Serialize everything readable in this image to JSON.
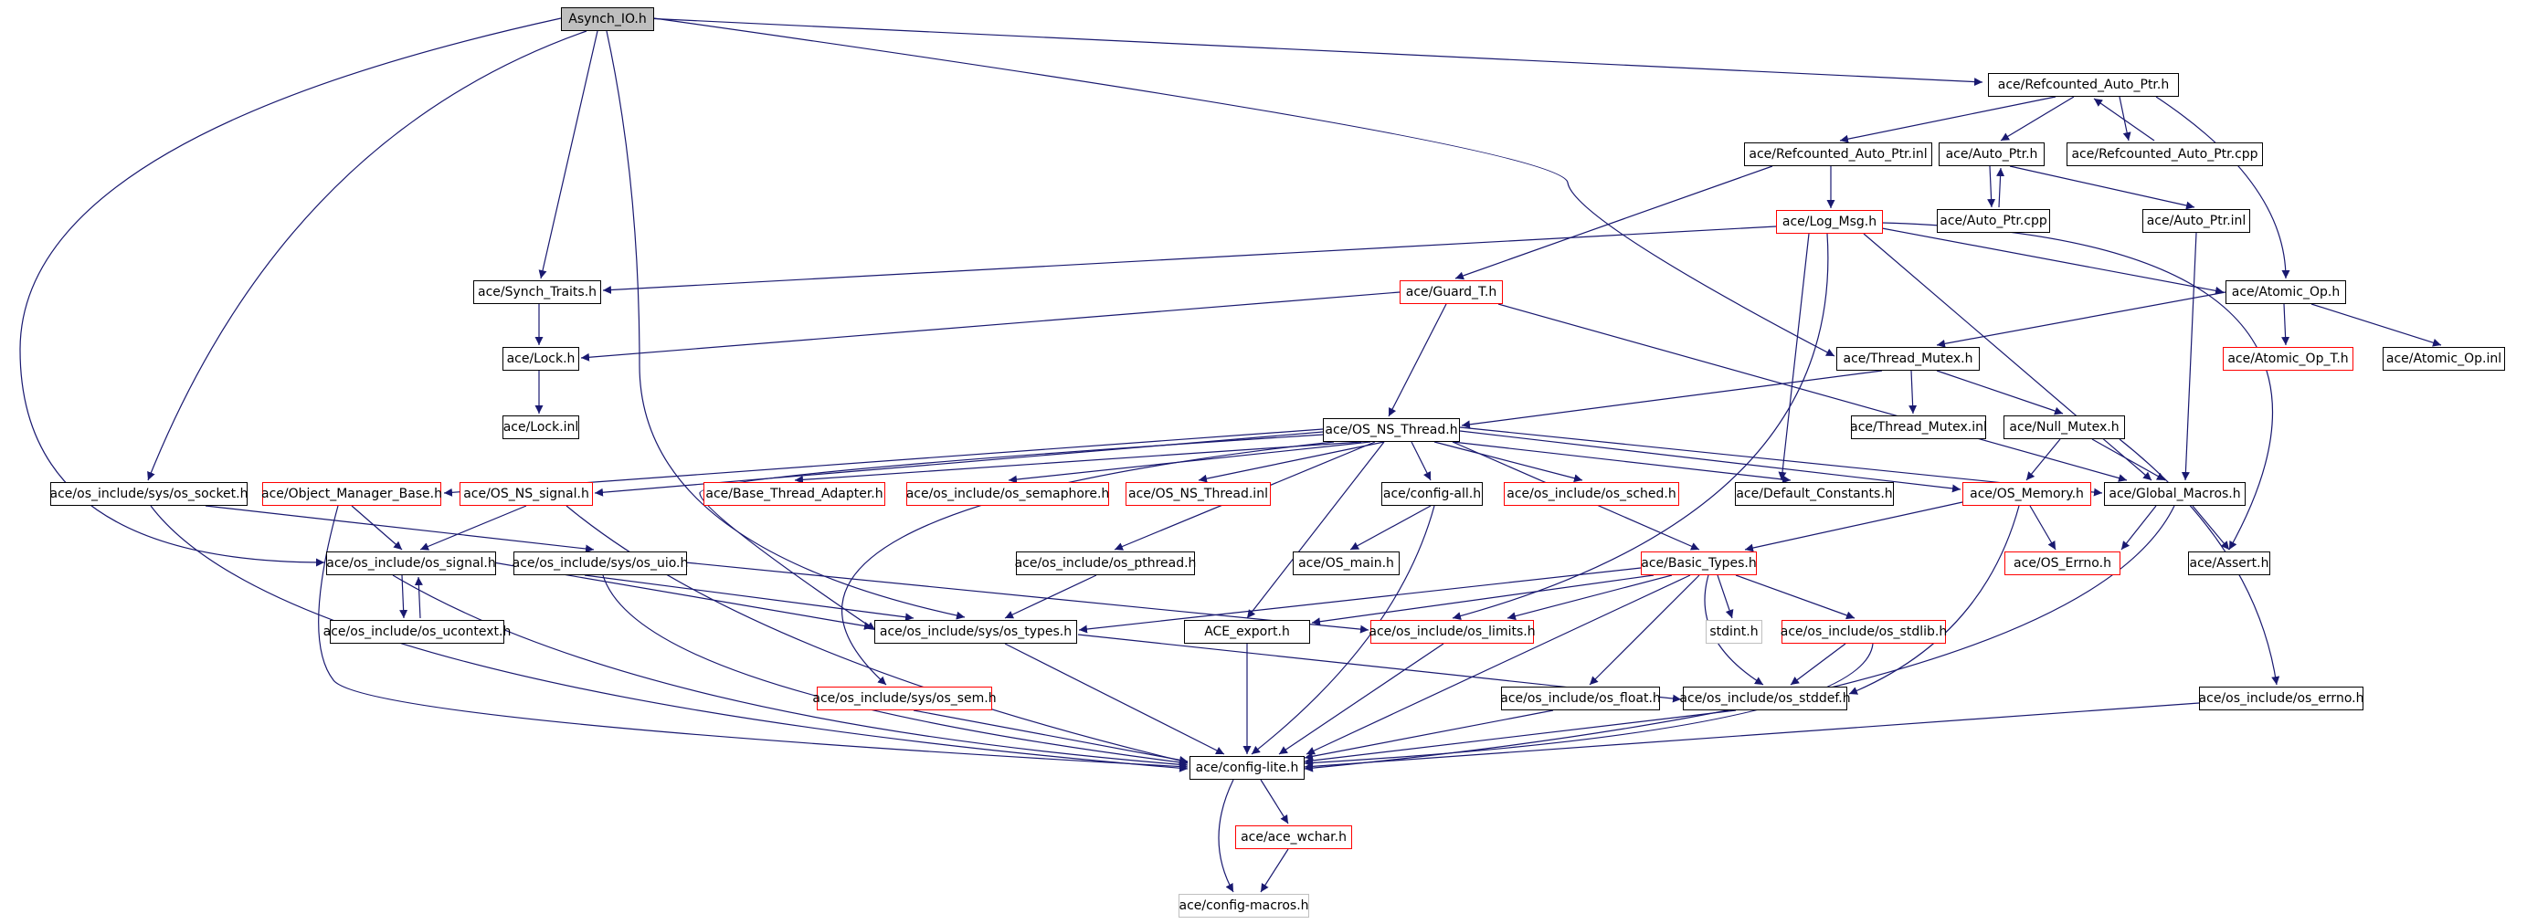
{
  "graph_title": "",
  "colors": {
    "edge": "#191970",
    "border_normal": "#000000",
    "border_red": "#ff0000",
    "border_grey": "#bfbfbf",
    "root_fill": "#bfbfbf"
  },
  "nodes": [
    {
      "id": "asynch_io",
      "label": "Asynch_IO.h",
      "style": "root"
    },
    {
      "id": "refcounted_auto_ptr_h",
      "label": "ace/Refcounted_Auto_Ptr.h",
      "style": "normal"
    },
    {
      "id": "refcounted_auto_ptr_inl",
      "label": "ace/Refcounted_Auto_Ptr.inl",
      "style": "normal"
    },
    {
      "id": "auto_ptr_h",
      "label": "ace/Auto_Ptr.h",
      "style": "normal"
    },
    {
      "id": "refcounted_auto_ptr_cpp",
      "label": "ace/Refcounted_Auto_Ptr.cpp",
      "style": "normal"
    },
    {
      "id": "auto_ptr_cpp",
      "label": "ace/Auto_Ptr.cpp",
      "style": "normal"
    },
    {
      "id": "auto_ptr_inl",
      "label": "ace/Auto_Ptr.inl",
      "style": "normal"
    },
    {
      "id": "log_msg",
      "label": "ace/Log_Msg.h",
      "style": "red"
    },
    {
      "id": "synch_traits",
      "label": "ace/Synch_Traits.h",
      "style": "normal"
    },
    {
      "id": "guard_t",
      "label": "ace/Guard_T.h",
      "style": "red"
    },
    {
      "id": "atomic_op_h",
      "label": "ace/Atomic_Op.h",
      "style": "normal"
    },
    {
      "id": "lock_h",
      "label": "ace/Lock.h",
      "style": "normal"
    },
    {
      "id": "thread_mutex_h",
      "label": "ace/Thread_Mutex.h",
      "style": "normal"
    },
    {
      "id": "atomic_op_t",
      "label": "ace/Atomic_Op_T.h",
      "style": "red"
    },
    {
      "id": "atomic_op_inl",
      "label": "ace/Atomic_Op.inl",
      "style": "normal"
    },
    {
      "id": "lock_inl",
      "label": "ace/Lock.inl",
      "style": "normal"
    },
    {
      "id": "os_ns_thread_h",
      "label": "ace/OS_NS_Thread.h",
      "style": "normal"
    },
    {
      "id": "thread_mutex_inl",
      "label": "ace/Thread_Mutex.inl",
      "style": "normal"
    },
    {
      "id": "null_mutex",
      "label": "ace/Null_Mutex.h",
      "style": "normal"
    },
    {
      "id": "os_socket",
      "label": "ace/os_include/sys/os_socket.h",
      "style": "normal"
    },
    {
      "id": "object_manager_base",
      "label": "ace/Object_Manager_Base.h",
      "style": "red"
    },
    {
      "id": "os_ns_signal",
      "label": "ace/OS_NS_signal.h",
      "style": "red"
    },
    {
      "id": "base_thread_adapter",
      "label": "ace/Base_Thread_Adapter.h",
      "style": "red"
    },
    {
      "id": "os_semaphore",
      "label": "ace/os_include/os_semaphore.h",
      "style": "red"
    },
    {
      "id": "os_ns_thread_inl",
      "label": "ace/OS_NS_Thread.inl",
      "style": "red"
    },
    {
      "id": "config_all",
      "label": "ace/config-all.h",
      "style": "normal"
    },
    {
      "id": "os_sched",
      "label": "ace/os_include/os_sched.h",
      "style": "red"
    },
    {
      "id": "default_constants",
      "label": "ace/Default_Constants.h",
      "style": "normal"
    },
    {
      "id": "os_memory",
      "label": "ace/OS_Memory.h",
      "style": "red"
    },
    {
      "id": "global_macros",
      "label": "ace/Global_Macros.h",
      "style": "normal"
    },
    {
      "id": "os_signal",
      "label": "ace/os_include/os_signal.h",
      "style": "normal"
    },
    {
      "id": "os_uio",
      "label": "ace/os_include/sys/os_uio.h",
      "style": "normal"
    },
    {
      "id": "os_pthread",
      "label": "ace/os_include/os_pthread.h",
      "style": "normal"
    },
    {
      "id": "os_main",
      "label": "ace/OS_main.h",
      "style": "normal"
    },
    {
      "id": "basic_types",
      "label": "ace/Basic_Types.h",
      "style": "red"
    },
    {
      "id": "os_errno_h",
      "label": "ace/OS_Errno.h",
      "style": "red"
    },
    {
      "id": "assert_h",
      "label": "ace/Assert.h",
      "style": "normal"
    },
    {
      "id": "os_ucontext",
      "label": "ace/os_include/os_ucontext.h",
      "style": "normal"
    },
    {
      "id": "os_types",
      "label": "ace/os_include/sys/os_types.h",
      "style": "normal"
    },
    {
      "id": "ace_export",
      "label": "ACE_export.h",
      "style": "normal"
    },
    {
      "id": "os_limits",
      "label": "ace/os_include/os_limits.h",
      "style": "red"
    },
    {
      "id": "stdint",
      "label": "stdint.h",
      "style": "grey"
    },
    {
      "id": "os_stdlib",
      "label": "ace/os_include/os_stdlib.h",
      "style": "red"
    },
    {
      "id": "os_sem",
      "label": "ace/os_include/sys/os_sem.h",
      "style": "red"
    },
    {
      "id": "os_float",
      "label": "ace/os_include/os_float.h",
      "style": "normal"
    },
    {
      "id": "os_stddef",
      "label": "ace/os_include/os_stddef.h",
      "style": "normal"
    },
    {
      "id": "os_errno_inc",
      "label": "ace/os_include/os_errno.h",
      "style": "normal"
    },
    {
      "id": "config_lite",
      "label": "ace/config-lite.h",
      "style": "normal"
    },
    {
      "id": "ace_wchar",
      "label": "ace/ace_wchar.h",
      "style": "red"
    },
    {
      "id": "config_macros",
      "label": "ace/config-macros.h",
      "style": "grey"
    }
  ]
}
